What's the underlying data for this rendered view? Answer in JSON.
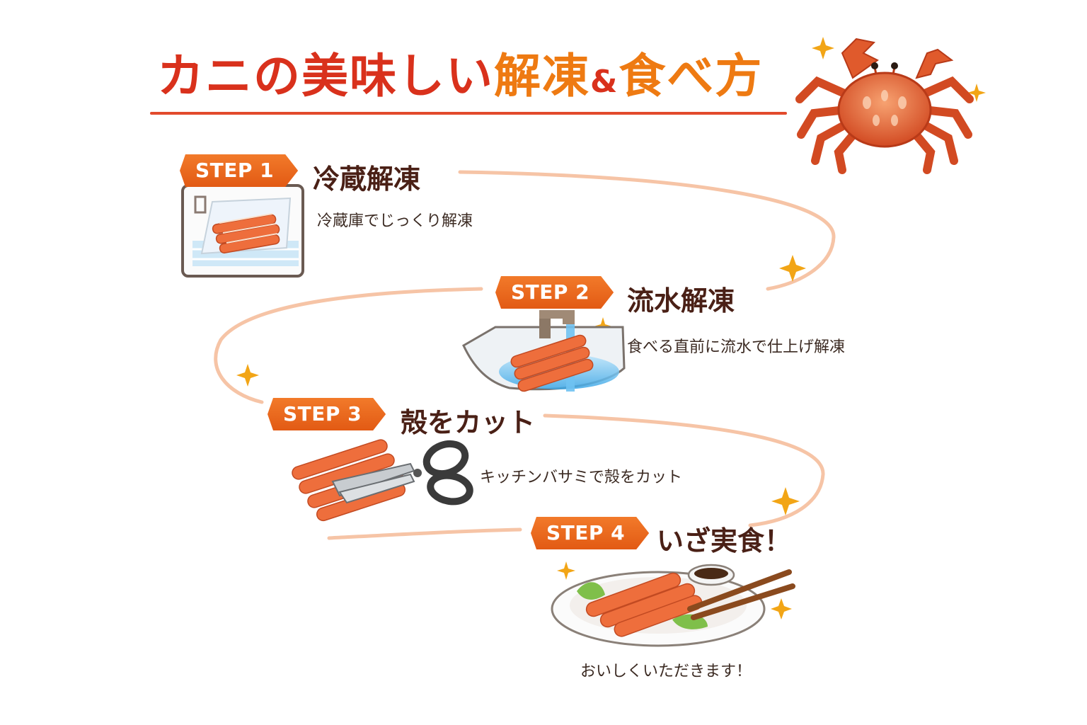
{
  "title": {
    "part1": "カニの美味しい",
    "part2": "解凍",
    "part3": "&",
    "part4": "食べ方"
  },
  "steps": [
    {
      "badge": "STEP 1",
      "title": "冷蔵解凍",
      "description": "冷蔵庫でじっくり解凍"
    },
    {
      "badge": "STEP 2",
      "title": "流水解凍",
      "description": "食べる直前に流水で仕上げ解凍"
    },
    {
      "badge": "STEP 3",
      "title": "殻をカット",
      "description": "キッチンバサミで殻をカット"
    },
    {
      "badge": "STEP 4",
      "title": "いざ実食！",
      "description": "おいしくいただきます！"
    }
  ],
  "colors": {
    "title_red": "#d9311c",
    "title_orange": "#ee7a12",
    "badge_orange": "#e8631c",
    "path_peach": "#f6c4a6",
    "sparkle_gold": "#f2a516"
  },
  "icons": [
    "crab-icon",
    "fridge-crab-icon",
    "faucet-crab-icon",
    "scissors-crab-icon",
    "plate-crab-icon",
    "sparkle-icon"
  ]
}
